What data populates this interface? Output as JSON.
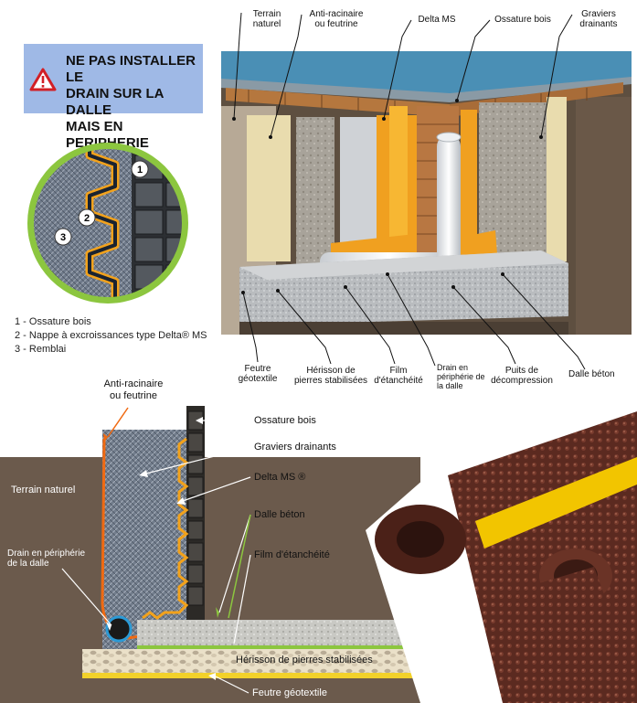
{
  "warning": {
    "line1": "NE PAS INSTALLER LE",
    "line2": "DRAIN SUR LA DALLE",
    "line3": "MAIS EN PERIPHERIE",
    "icon": "warning-triangle-icon",
    "background": "#9fb9e6"
  },
  "detail": {
    "markers": [
      "1",
      "2",
      "3"
    ],
    "ring_color": "#8cc63f"
  },
  "legend": [
    "1 - Ossature bois",
    "2 - Nappe à excroissances type Delta® MS",
    "3 - Remblai"
  ],
  "top_labels": {
    "terrain": [
      "Terrain",
      "naturel"
    ],
    "anti": [
      "Anti-racinaire",
      "ou feutrine"
    ],
    "delta": "Delta MS",
    "ossature": "Ossature bois",
    "graviers": [
      "Graviers",
      "drainants"
    ],
    "feutre": [
      "Feutre",
      "géotextile"
    ],
    "herisson": [
      "Hérisson de",
      "pierres stabilisées"
    ],
    "film": [
      "Film",
      "d'étanchéité"
    ],
    "drain": [
      "Drain en",
      "périphérie de",
      "la dalle"
    ],
    "puits": [
      "Puits de",
      "décompression"
    ],
    "dalle": "Dalle béton"
  },
  "bottom_labels": {
    "anti": [
      "Anti-racinaire",
      "ou feutrine"
    ],
    "ossature": "Ossature bois",
    "graviers": "Graviers drainants",
    "delta": "Delta MS ®",
    "dalle": "Dalle béton",
    "film": "Film d'étanchéité",
    "terrain": "Terrain naturel",
    "drain": [
      "Drain en périphérie",
      "de la dalle"
    ],
    "herisson": "Hérisson de pierres stabilisées",
    "feutre": "Feutre géotextile"
  },
  "colors": {
    "soil": "#6b5a4c",
    "membrane": "#e3a32a",
    "delta_orange": "#f2a21c",
    "leader_green": "#8cc63f",
    "gravel": "#b3b6b8",
    "slab": "#c9c9c9",
    "drain_blue": "#2b9ad6",
    "roll_brown": "#5a2b22",
    "roll_stripe": "#f2c500"
  }
}
